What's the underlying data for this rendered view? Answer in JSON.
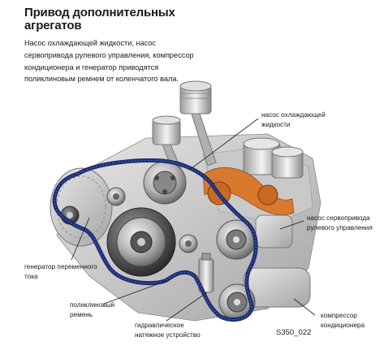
{
  "header": {
    "title_lines": [
      "Привод дополнительных",
      "агрегатов"
    ]
  },
  "intro": {
    "lines": [
      "Насос охлаждающей жидкости, насос",
      "сервопривода рулевого управления, компрессор",
      "кондиционера и генератор приводятся",
      "поликлиновым ремнем от коленчатого вала."
    ]
  },
  "callouts": {
    "coolant_pump": [
      "насос охлаждающей",
      "жидкости"
    ],
    "steering_pump": [
      "насос сервопривода",
      "рулевого управления"
    ],
    "generator": [
      "генератор переменного",
      "тока"
    ],
    "belt": [
      "поликлиновый",
      "ремень"
    ],
    "tensioner": [
      "гидравлическое",
      "натяжное устройство"
    ],
    "compressor": [
      "компрессор",
      "кондиционера"
    ]
  },
  "figure_id": "S350_022",
  "colors": {
    "belt": "#1c2d6e",
    "pulley": "#9a9a9a",
    "accent": "#d9782f"
  }
}
